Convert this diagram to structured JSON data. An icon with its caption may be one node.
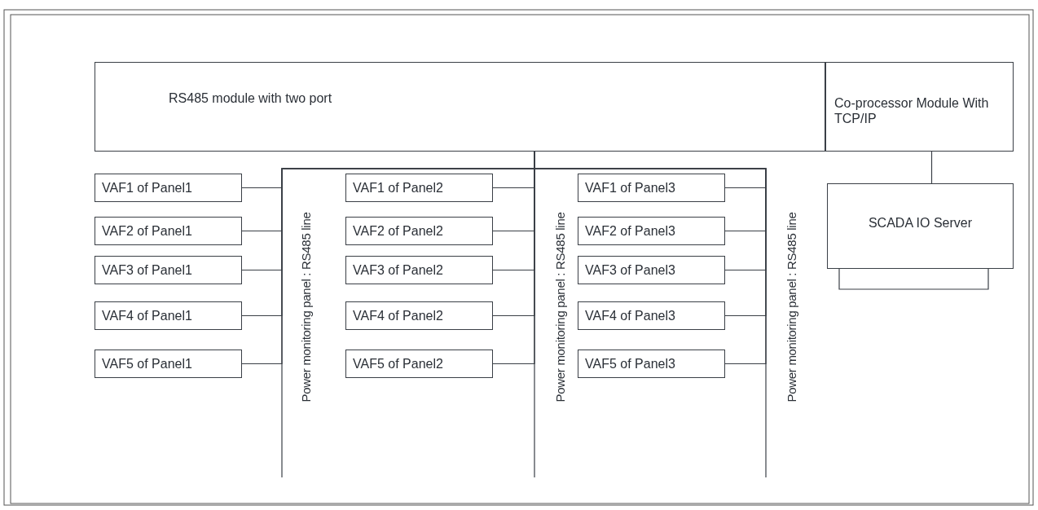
{
  "diagram": {
    "nodes": [
      {
        "text": [
          "RS485 module with two port"
        ]
      },
      {
        "text": [
          "Co-processor Module With TCP/IP"
        ]
      },
      {
        "text": [
          "SCADA IO Server"
        ]
      },
      {
        "text": [
          "VAF1 of Panel1"
        ]
      },
      {
        "text": [
          "VAF2 of Panel1"
        ]
      },
      {
        "text": [
          "VAF3 of Panel1"
        ]
      },
      {
        "text": [
          "VAF4 of Panel1"
        ]
      },
      {
        "text": [
          "VAF5 of Panel1"
        ]
      },
      {
        "text": [
          "VAF1 of Panel2"
        ]
      },
      {
        "text": [
          "VAF2 of Panel2"
        ]
      },
      {
        "text": [
          "VAF3 of Panel2"
        ]
      },
      {
        "text": [
          "VAF4 of Panel2"
        ]
      },
      {
        "text": [
          "VAF5 of Panel2"
        ]
      },
      {
        "text": [
          "VAF1 of Panel3"
        ]
      },
      {
        "text": [
          "VAF2 of Panel3"
        ]
      },
      {
        "text": [
          "VAF3 of Panel3"
        ]
      },
      {
        "text": [
          "VAF4 of Panel3"
        ]
      },
      {
        "text": [
          "VAF5 of Panel3"
        ]
      }
    ],
    "edges": [
      {
        "from": 1,
        "to": 2,
        "arrow": "none"
      },
      {
        "from": 3,
        "to": 0,
        "arrow": "none"
      },
      {
        "from": 4,
        "to": 0,
        "arrow": "none"
      },
      {
        "from": 5,
        "to": 0,
        "arrow": "none"
      },
      {
        "from": 6,
        "to": 0,
        "arrow": "none"
      },
      {
        "from": 7,
        "to": 0,
        "arrow": "none"
      },
      {
        "from": 8,
        "to": 0,
        "arrow": "none"
      },
      {
        "from": 9,
        "to": 0,
        "arrow": "none"
      },
      {
        "from": 10,
        "to": 0,
        "arrow": "none"
      },
      {
        "from": 11,
        "to": 0,
        "arrow": "none"
      },
      {
        "from": 12,
        "to": 0,
        "arrow": "none"
      },
      {
        "from": 13,
        "to": 0,
        "arrow": "none"
      },
      {
        "from": 14,
        "to": 0,
        "arrow": "none"
      },
      {
        "from": 15,
        "to": 0,
        "arrow": "none"
      },
      {
        "from": 16,
        "to": 0,
        "arrow": "none"
      },
      {
        "from": 17,
        "to": 0,
        "arrow": "none"
      }
    ],
    "labels": [
      "Power monitoring panel : RS485 line",
      "Power monitoring panel : RS485 line",
      "Power monitoring panel : RS485 line"
    ]
  }
}
